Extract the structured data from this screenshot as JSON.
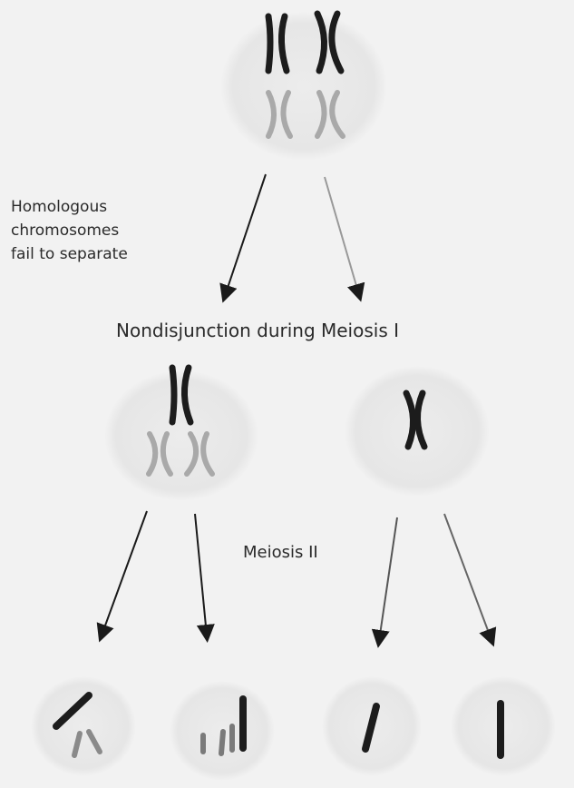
{
  "side_note": {
    "lines": [
      "Homologous",
      "chromosomes",
      "fail to separate"
    ]
  },
  "stage_label": "Nondisjunction during Meiosis I",
  "meiosis2_label": "Meiosis II",
  "colors": {
    "background": "#f2f2f2",
    "cell": "#e8e8e8",
    "chromosome_dark": "#1c1c1c",
    "chromosome_light": "#a9a9a9",
    "arrow": "#1a1a1a",
    "text": "#2a2a2a"
  },
  "icons": [
    "arrow-icon",
    "chromosome-icon",
    "cell-icon"
  ]
}
